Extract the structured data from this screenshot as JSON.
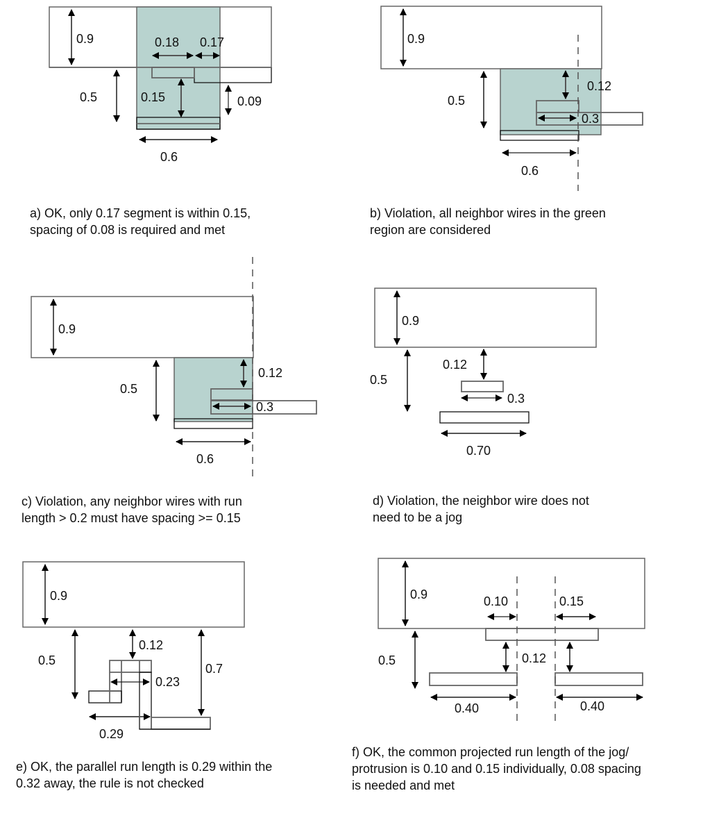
{
  "figure": {
    "subject": "Wire spacing rule examples (jog / protrusion neighbor wires)",
    "colors": {
      "region_fill": "#b8d3cf",
      "wire_stroke": "#666666",
      "text": "#111111"
    },
    "panels": [
      {
        "id": "a",
        "verdict": "OK",
        "labels": {
          "wide_wire_width": "0.9",
          "region_depth": "0.5",
          "segment_left": "0.18",
          "segment_right": "0.17",
          "spacing_inner": "0.15",
          "spacing_step": "0.09",
          "run_length": "0.6"
        },
        "caption": [
          "a) OK, only 0.17 segment is within 0.15,",
          "spacing of 0.08 is required and met"
        ]
      },
      {
        "id": "b",
        "verdict": "Violation",
        "labels": {
          "wide_wire_width": "0.9",
          "region_depth": "0.5",
          "spacing": "0.12",
          "jog_length": "0.3",
          "run_length": "0.6"
        },
        "caption": [
          "b) Violation, all neighbor wires in the green",
          "region are considered"
        ]
      },
      {
        "id": "c",
        "verdict": "Violation",
        "labels": {
          "wide_wire_width": "0.9",
          "region_depth": "0.5",
          "spacing": "0.12",
          "jog_length": "0.3",
          "run_length": "0.6"
        },
        "caption": [
          "c) Violation, any neighbor wires with run",
          "length > 0.2 must have spacing >= 0.15"
        ]
      },
      {
        "id": "d",
        "verdict": "Violation",
        "labels": {
          "wide_wire_width": "0.9",
          "region_depth": "0.5",
          "spacing": "0.12",
          "jog_length": "0.3",
          "run_length": "0.70"
        },
        "caption": [
          "d) Violation, the neighbor wire does not",
          "need to be a jog"
        ]
      },
      {
        "id": "e",
        "verdict": "OK",
        "labels": {
          "wide_wire_width": "0.9",
          "region_depth": "0.5",
          "spacing": "0.12",
          "jog_length": "0.23",
          "far_spacing": "0.7",
          "parallel_run": "0.29"
        },
        "caption": [
          "e) OK, the parallel run length is 0.29 within the",
          "0.32 away, the rule is not checked"
        ]
      },
      {
        "id": "f",
        "verdict": "OK",
        "labels": {
          "wide_wire_width": "0.9",
          "region_depth": "0.5",
          "proj_left": "0.10",
          "proj_right": "0.15",
          "spacing": "0.12",
          "run_left": "0.40",
          "run_right": "0.40"
        },
        "caption": [
          "f) OK, the common projected run length of the jog/",
          "protrusion is 0.10 and 0.15 individually, 0.08 spacing",
          "is needed and met"
        ]
      }
    ]
  }
}
